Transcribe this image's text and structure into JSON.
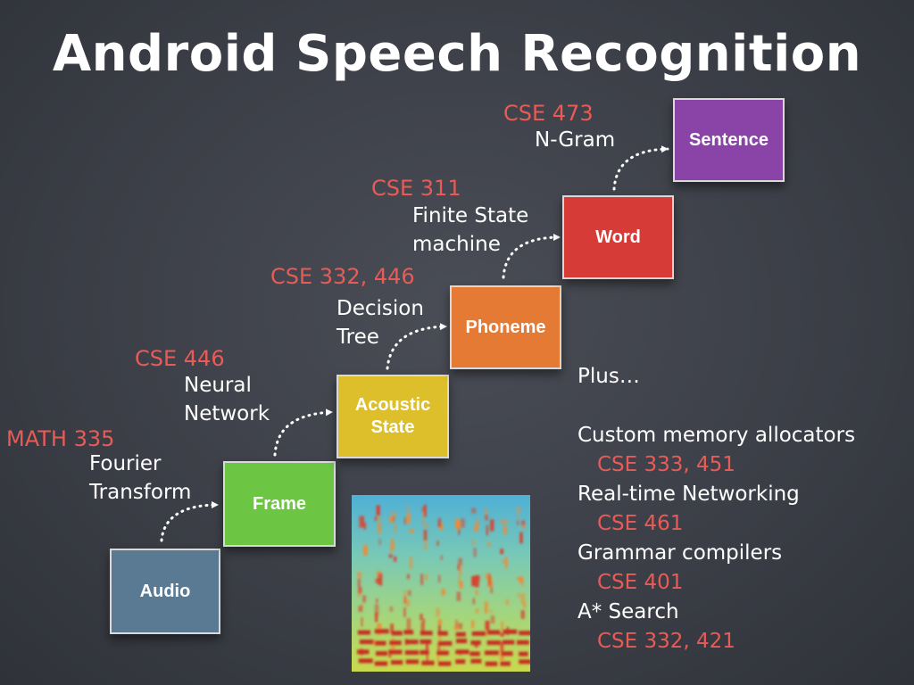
{
  "title": "Android Speech Recognition",
  "pipeline": {
    "boxes": {
      "audio": {
        "label": "Audio",
        "color": "#5a7a94"
      },
      "frame": {
        "label": "Frame",
        "color": "#6cc644"
      },
      "acoustic_state": {
        "label_line1": "Acoustic",
        "label_line2": "State",
        "color": "#dcbf2a"
      },
      "phoneme": {
        "label": "Phoneme",
        "color": "#e57a34"
      },
      "word": {
        "label": "Word",
        "color": "#d63b38"
      },
      "sentence": {
        "label": "Sentence",
        "color": "#8a44a8"
      }
    },
    "steps": [
      {
        "course": "MATH 335",
        "label_lines": [
          "Fourier",
          "Transform"
        ]
      },
      {
        "course": "CSE 446",
        "label_lines": [
          "Neural",
          "Network"
        ]
      },
      {
        "course": "CSE 332, 446",
        "label_lines": [
          "Decision",
          "Tree"
        ]
      },
      {
        "course": "CSE 311",
        "label_lines": [
          "Finite State",
          "machine"
        ]
      },
      {
        "course": "CSE 473",
        "label_lines": [
          "N-Gram"
        ]
      }
    ]
  },
  "extras": {
    "heading": "Plus…",
    "items": [
      {
        "name": "Custom memory allocators",
        "course": "CSE 333, 451"
      },
      {
        "name": "Real-time Networking",
        "course": "CSE 461"
      },
      {
        "name": "Grammar compilers",
        "course": "CSE 401"
      },
      {
        "name": "A* Search",
        "course": "CSE 332, 421"
      }
    ]
  },
  "colors": {
    "course_red": "#e85b57",
    "background": "#3f424a"
  },
  "spectrogram_image": "speech spectrogram"
}
